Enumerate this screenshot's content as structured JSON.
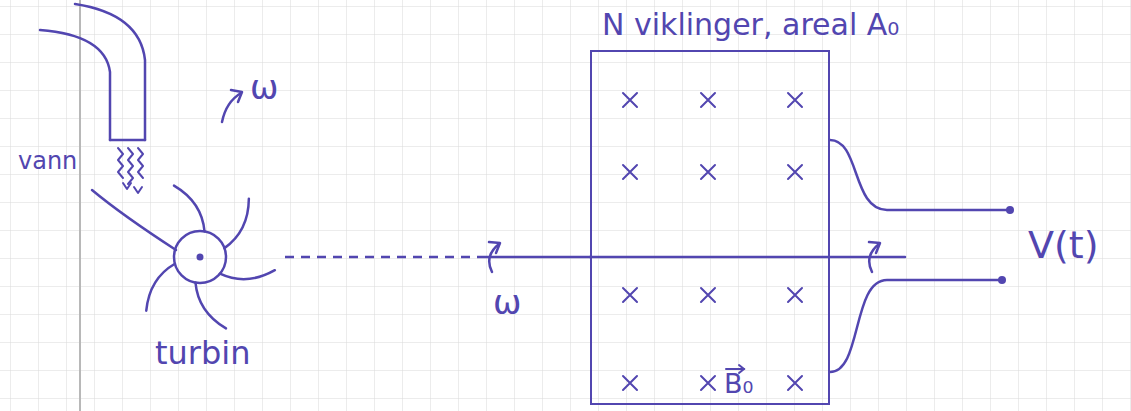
{
  "diagram": {
    "nodes": [
      {
        "text": [
          "turbin"
        ]
      },
      {
        "text": [
          "N viklinger, areal A₀",
          "B₀"
        ]
      }
    ],
    "edges": [
      {
        "from": 0,
        "to": 1,
        "arrow": "none"
      }
    ],
    "labels": [
      "vann",
      "ω",
      "ω",
      "V(t)"
    ]
  }
}
